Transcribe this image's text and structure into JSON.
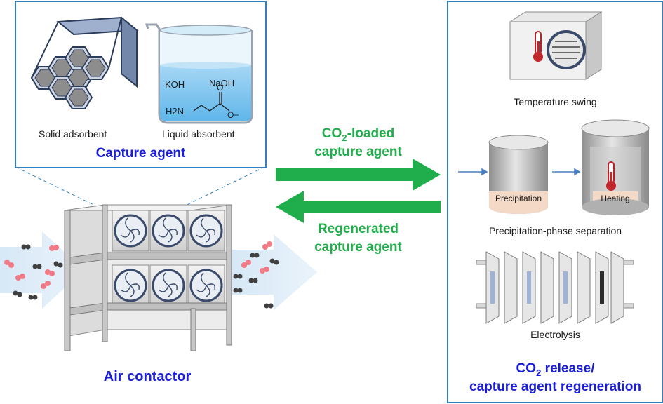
{
  "capture_box": {
    "title": "Capture agent",
    "solid_label": "Solid adsorbent",
    "liquid_label": "Liquid absorbent",
    "chem_koh": "KOH",
    "chem_naoh": "NaOH",
    "chem_h2n": "H2N",
    "chem_o": "O",
    "chem_ominus": "O−"
  },
  "arrows": {
    "forward_line1_pre": "CO",
    "forward_line1_sub": "2",
    "forward_line1_post": "-loaded",
    "forward_line2": "capture agent",
    "back_line1": "Regenerated",
    "back_line2": "capture agent"
  },
  "contactor": {
    "label": "Air contactor"
  },
  "release_box": {
    "temp_swing": "Temperature swing",
    "precip_tag": "Precipitation",
    "heating_tag": "Heating",
    "precip_sep": "Precipitation-phase separation",
    "electrolysis": "Electrolysis",
    "title_line1_pre": "CO",
    "title_line1_sub": "2",
    "title_line1_post": " release/",
    "title_line2": "capture agent regeneration"
  },
  "colors": {
    "box_border": "#2f7fc1",
    "title_blue": "#1a1fd6",
    "arrow_green": "#1fae4b",
    "molecule_red": "#f07b86",
    "molecule_dark": "#404040"
  }
}
